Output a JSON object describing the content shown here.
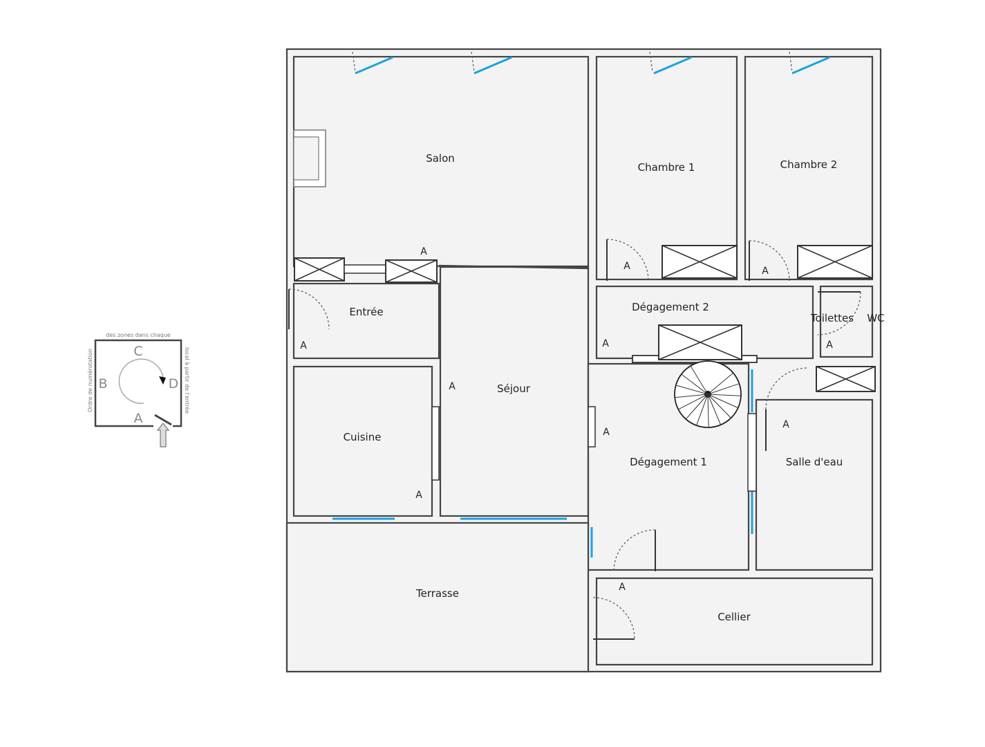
{
  "plan": {
    "rooms": {
      "salon": "Salon",
      "chambre1": "Chambre 1",
      "chambre2": "Chambre 2",
      "entree": "Entrée",
      "degagement2": "Dégagement 2",
      "toilettes": "Toilettes",
      "wc": "WC",
      "sejour": "Séjour",
      "cuisine": "Cuisine",
      "degagement1": "Dégagement 1",
      "salle_eau": "Salle d'eau",
      "terrasse": "Terrasse",
      "cellier": "Cellier"
    },
    "zone_marker": "A"
  },
  "legend": {
    "top_text": "des zones dans chaque",
    "left_text": "Ordre de numérotation",
    "right_text": "local à partir de l'entrée",
    "letter_a": "A",
    "letter_b": "B",
    "letter_c": "C",
    "letter_d": "D"
  },
  "colors": {
    "window": "#1aa3e0",
    "floor": "#f3f3f3",
    "wall": "#444444"
  }
}
